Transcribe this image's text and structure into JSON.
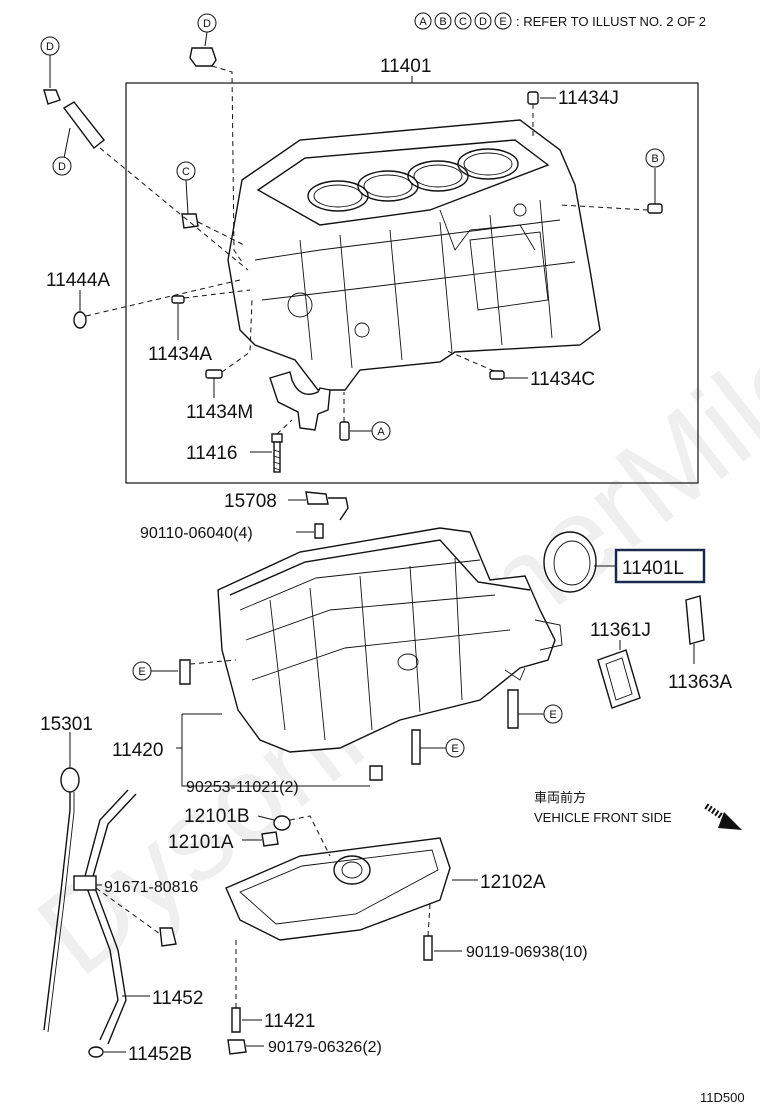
{
  "header": {
    "refer_letters": [
      "A",
      "B",
      "C",
      "D",
      "E"
    ],
    "refer_text": ": REFER TO ILLUST NO. 2 OF 2"
  },
  "watermark": "DysonPartnerMile.ru",
  "parts": {
    "p11401": "11401",
    "p11434J": "11434J",
    "p11444A": "11444A",
    "p11434A": "11434A",
    "p11434M": "11434M",
    "p11434C": "11434C",
    "p11416": "11416",
    "p15708": "15708",
    "p90110": "90110-06040(4)",
    "p11401L": "11401L",
    "p11361J": "11361J",
    "p11363A": "11363A",
    "p15301": "15301",
    "p11420": "11420",
    "p90253": "90253-11021(2)",
    "p12101B": "12101B",
    "p12101A": "12101A",
    "p91671": "91671-80816",
    "p12102A": "12102A",
    "p90119": "90119-06938(10)",
    "p11452": "11452",
    "p11421": "11421",
    "p90179": "90179-06326(2)",
    "p11452B": "11452B"
  },
  "refs": {
    "d1": "D",
    "d2": "D",
    "d3": "D",
    "c1": "C",
    "b1": "B",
    "a1": "A",
    "e1": "E",
    "e2": "E",
    "e3": "E"
  },
  "front_side": {
    "jp": "車両前方",
    "en": "VEHICLE FRONT SIDE"
  },
  "diagram_code": "11D500",
  "highlight_color": "#1a2a4a"
}
